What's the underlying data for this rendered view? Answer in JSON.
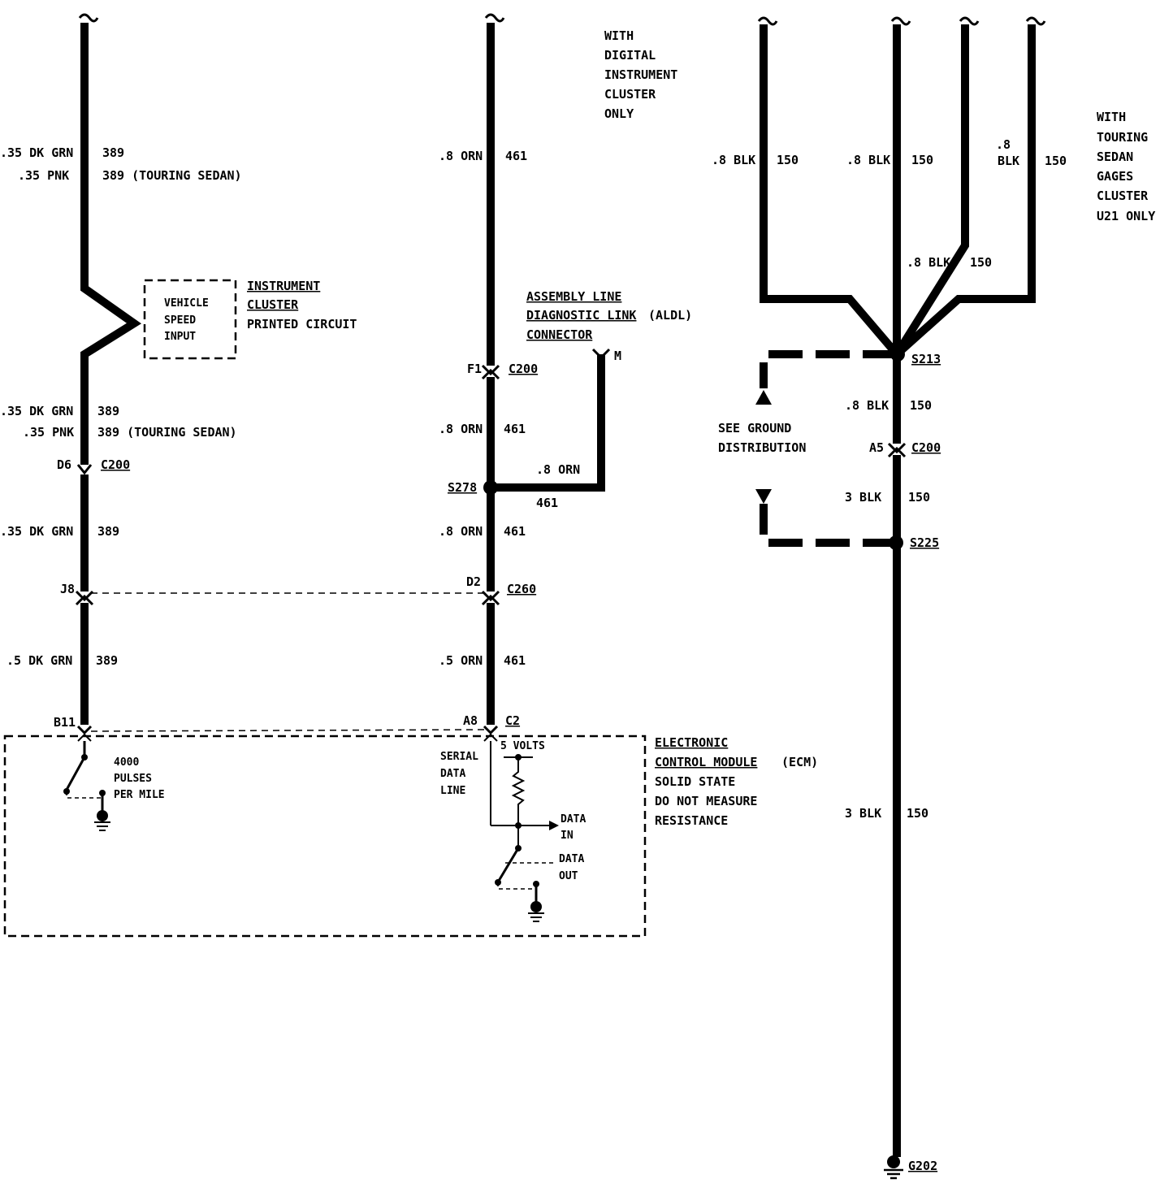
{
  "notes": {
    "digital_cluster": [
      "WITH",
      "DIGITAL",
      "INSTRUMENT",
      "CLUSTER",
      "ONLY"
    ],
    "touring_gages": [
      "WITH",
      "TOURING",
      "SEDAN",
      "GAGES",
      "CLUSTER",
      "U21 ONLY"
    ]
  },
  "components": {
    "vsi_box": [
      "VEHICLE",
      "SPEED",
      "INPUT"
    ],
    "instrument_cluster": [
      "INSTRUMENT",
      "CLUSTER",
      "PRINTED CIRCUIT"
    ],
    "aldl": [
      "ASSEMBLY LINE",
      "DIAGNOSTIC LINK",
      "(ALDL)",
      "CONNECTOR"
    ],
    "aldl_pin": "M",
    "ecm": [
      "ELECTRONIC",
      "CONTROL MODULE",
      "(ECM)",
      "SOLID STATE",
      "DO NOT MEASURE",
      "RESISTANCE"
    ],
    "pulses": [
      "4000",
      "PULSES",
      "PER MILE"
    ],
    "serial_data": [
      "SERIAL",
      "DATA",
      "LINE"
    ],
    "five_volts": "5 VOLTS",
    "data_in": [
      "DATA",
      "IN"
    ],
    "data_out": [
      "DATA",
      "OUT"
    ],
    "ground_ref": [
      "SEE GROUND",
      "DISTRIBUTION"
    ]
  },
  "wires": {
    "left": [
      {
        "gauge": ".35 DK GRN",
        "circuit": "389"
      },
      {
        "gauge": ".35  PNK",
        "circuit": "389 (TOURING SEDAN)"
      },
      {
        "gauge": ".35 DK GRN",
        "circuit": "389"
      },
      {
        "gauge": ".35  PNK",
        "circuit": "389 (TOURING SEDAN)"
      },
      {
        "gauge": ".35 DK GRN",
        "circuit": "389"
      },
      {
        "gauge": ".5 DK GRN",
        "circuit": "389"
      }
    ],
    "middle": [
      {
        "gauge": ".8 ORN",
        "circuit": "461"
      },
      {
        "gauge": ".8 ORN",
        "circuit": "461"
      },
      {
        "gauge": ".8 ORN",
        "circuit": "461"
      },
      {
        "gauge": ".8 ORN",
        "circuit": "461"
      },
      {
        "gauge": ".5 ORN",
        "circuit": "461"
      }
    ],
    "right": [
      {
        "gauge": ".8 BLK",
        "circuit": "150"
      },
      {
        "gauge": ".8 BLK",
        "circuit": "150"
      },
      {
        "gauge_a": ".8",
        "gauge_b": "BLK",
        "circuit": "150"
      },
      {
        "gauge": ".8 BLK",
        "circuit": "150"
      },
      {
        "gauge": ".8 BLK",
        "circuit": "150"
      },
      {
        "gauge": "3  BLK",
        "circuit": "150"
      },
      {
        "gauge": "3 BLK",
        "circuit": "150"
      }
    ]
  },
  "connectors": {
    "d6": "D6",
    "c200": "C200",
    "f1": "F1",
    "c200_m": "C200",
    "a5": "A5",
    "c200_r": "C200",
    "j8": "J8",
    "d2": "D2",
    "c260": "C260",
    "b11": "B11",
    "a8": "A8",
    "c2": "C2"
  },
  "splices": {
    "s278": "S278",
    "s213": "S213",
    "s225": "S225"
  },
  "ground": {
    "g202": "G202"
  }
}
